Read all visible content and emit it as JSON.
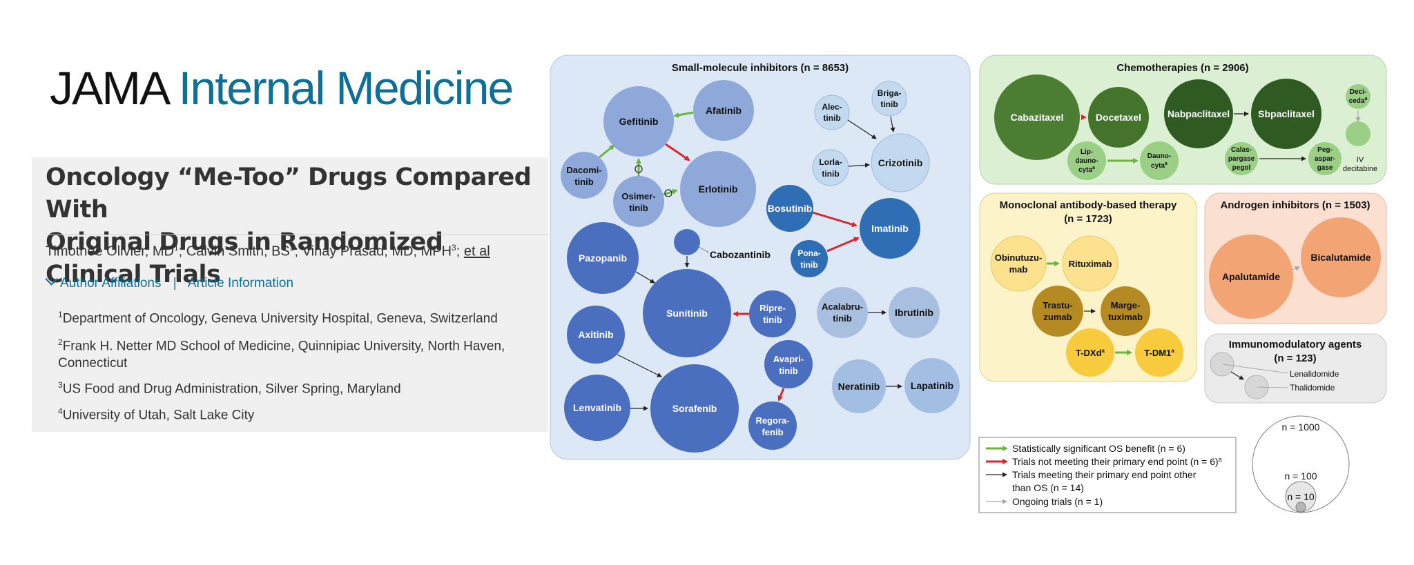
{
  "header": {
    "journal_part1": "JAMA",
    "journal_part2": "Internal Medicine"
  },
  "article": {
    "title_line1": "Oncology “Me-Too” Drugs Compared With",
    "title_line2": "Original Drugs in Randomized Clinical Trials",
    "authors": [
      {
        "name": "Timothée Olivier, MD",
        "sup": "1"
      },
      {
        "name": "Calvin Smith, BS",
        "sup": "2"
      },
      {
        "name": "Vinay Prasad, MD, MPH",
        "sup": "3"
      }
    ],
    "et_al": "et al",
    "links": {
      "author_affiliations": "Author Affiliations",
      "separator": "|",
      "article_information": "Article Information"
    },
    "affiliations": [
      {
        "sup": "1",
        "text": "Department of Oncology, Geneva University Hospital, Geneva, Switzerland"
      },
      {
        "sup": "2",
        "text": "Frank H. Netter MD School of Medicine, Quinnipiac University, North Haven, Connecticut"
      },
      {
        "sup": "3",
        "text": "US Food and Drug Administration, Silver Spring, Maryland"
      },
      {
        "sup": "4",
        "text": "University of Utah, Salt Lake City"
      }
    ]
  },
  "figure": {
    "colors": {
      "sm_panel": "#dde8f6",
      "chemo_panel": "#dbefd2",
      "mab_panel": "#fdf3c9",
      "androgen_panel": "#fbe0d1",
      "immuno_panel": "#ebebeb",
      "green_arrow": "#6db33f",
      "red_arrow": "#d7262d",
      "black_arrow": "#222222",
      "gray_arrow": "#a6a6a6"
    },
    "panels": {
      "small_molecule": "Small-molecule inhibitors (n = 8653)",
      "chemo": "Chemotherapies (n = 2906)",
      "mab_line1": "Monoclonal antibody-based therapy",
      "mab_line2": "(n = 1723)",
      "androgen": "Androgen inhibitors (n = 1503)",
      "immuno_line1": "Immunomodulatory agents",
      "immuno_line2": "(n = 123)"
    },
    "drugs": {
      "gefitinib": "Gefitinib",
      "afatinib": "Afatinib",
      "dacomitinib_1": "Dacomi-",
      "dacomitinib_2": "tinib",
      "osimertinib_1": "Osimer-",
      "osimertinib_2": "tinib",
      "erlotinib": "Erlotinib",
      "alectinib_1": "Alec-",
      "alectinib_2": "tinib",
      "brigatinib_1": "Briga-",
      "brigatinib_2": "tinib",
      "lorlatinib_1": "Lorla-",
      "lorlatinib_2": "tinib",
      "crizotinib": "Crizotinib",
      "bosutinib": "Bosutinib",
      "ponatinib_1": "Pona-",
      "ponatinib_2": "tinib",
      "imatinib": "Imatinib",
      "cabozantinib": "Cabozantinib",
      "pazopanib": "Pazopanib",
      "sunitinib": "Sunitinib",
      "ripretinib_1": "Ripre-",
      "ripretinib_2": "tinib",
      "acalabrutinib_1": "Acalabru-",
      "acalabrutinib_2": "tinib",
      "ibrutinib": "Ibrutinib",
      "axitinib": "Axitinib",
      "avapritinib_1": "Avapri-",
      "avapritinib_2": "tinib",
      "regorafenib_1": "Regora-",
      "regorafenib_2": "fenib",
      "neratinib": "Neratinib",
      "lapatinib": "Lapatinib",
      "lenvatinib": "Lenvatinib",
      "sorafenib": "Sorafenib",
      "cabazitaxel": "Cabazitaxel",
      "docetaxel": "Docetaxel",
      "nabpaclitaxel": "Nabpaclitaxel",
      "sbpaclitaxel": "Sbpaclitaxel",
      "decitabine_1": "Deci-",
      "decitabine_2": "ceda",
      "decitabine_sup": "a",
      "iv_decitabine_1": "IV",
      "iv_decitabine_2": "decitabine",
      "lipdaunocyta_1": "Lip-",
      "lipdaunocyta_2": "dauno-",
      "lipdaunocyta_3": "cyta",
      "lipdaunocyta_sup": "a",
      "daunocyta_1": "Dauno-",
      "daunocyta_2": "cyta",
      "daunocyta_sup": "a",
      "calaspargase_1": "Calas-",
      "calaspargase_2": "pargase",
      "calaspargase_3": "pegol",
      "pegaspargase_1": "Peg-",
      "pegaspargase_2": "aspar-",
      "pegaspargase_3": "gase",
      "obinutuzumab_1": "Obinutuzu-",
      "obinutuzumab_2": "mab",
      "rituximab": "Rituximab",
      "trastuzumab_1": "Trastu-",
      "trastuzumab_2": "zumab",
      "margetuximab_1": "Marge-",
      "margetuximab_2": "tuximab",
      "tdxd": "T-DXd",
      "tdxd_sup": "a",
      "tdm1": "T-DM1",
      "tdm1_sup": "a",
      "apalutamide": "Apalutamide",
      "bicalutamide": "Bicalutamide",
      "lenalidomide": "Lenalidomide",
      "thalidomide": "Thalidomide"
    },
    "legend": {
      "green": "Statistically significant OS benefit (n = 6)",
      "red": "Trials not meeting their primary end point (n = 6)",
      "red_sup": "a",
      "black_line1": "Trials meeting their primary end point other",
      "black_line2": "than OS (n = 14)",
      "gray": "Ongoing trials (n = 1)"
    },
    "size_key": {
      "n1000": "n = 1000",
      "n100": "n = 100",
      "n10": "n = 10"
    }
  }
}
